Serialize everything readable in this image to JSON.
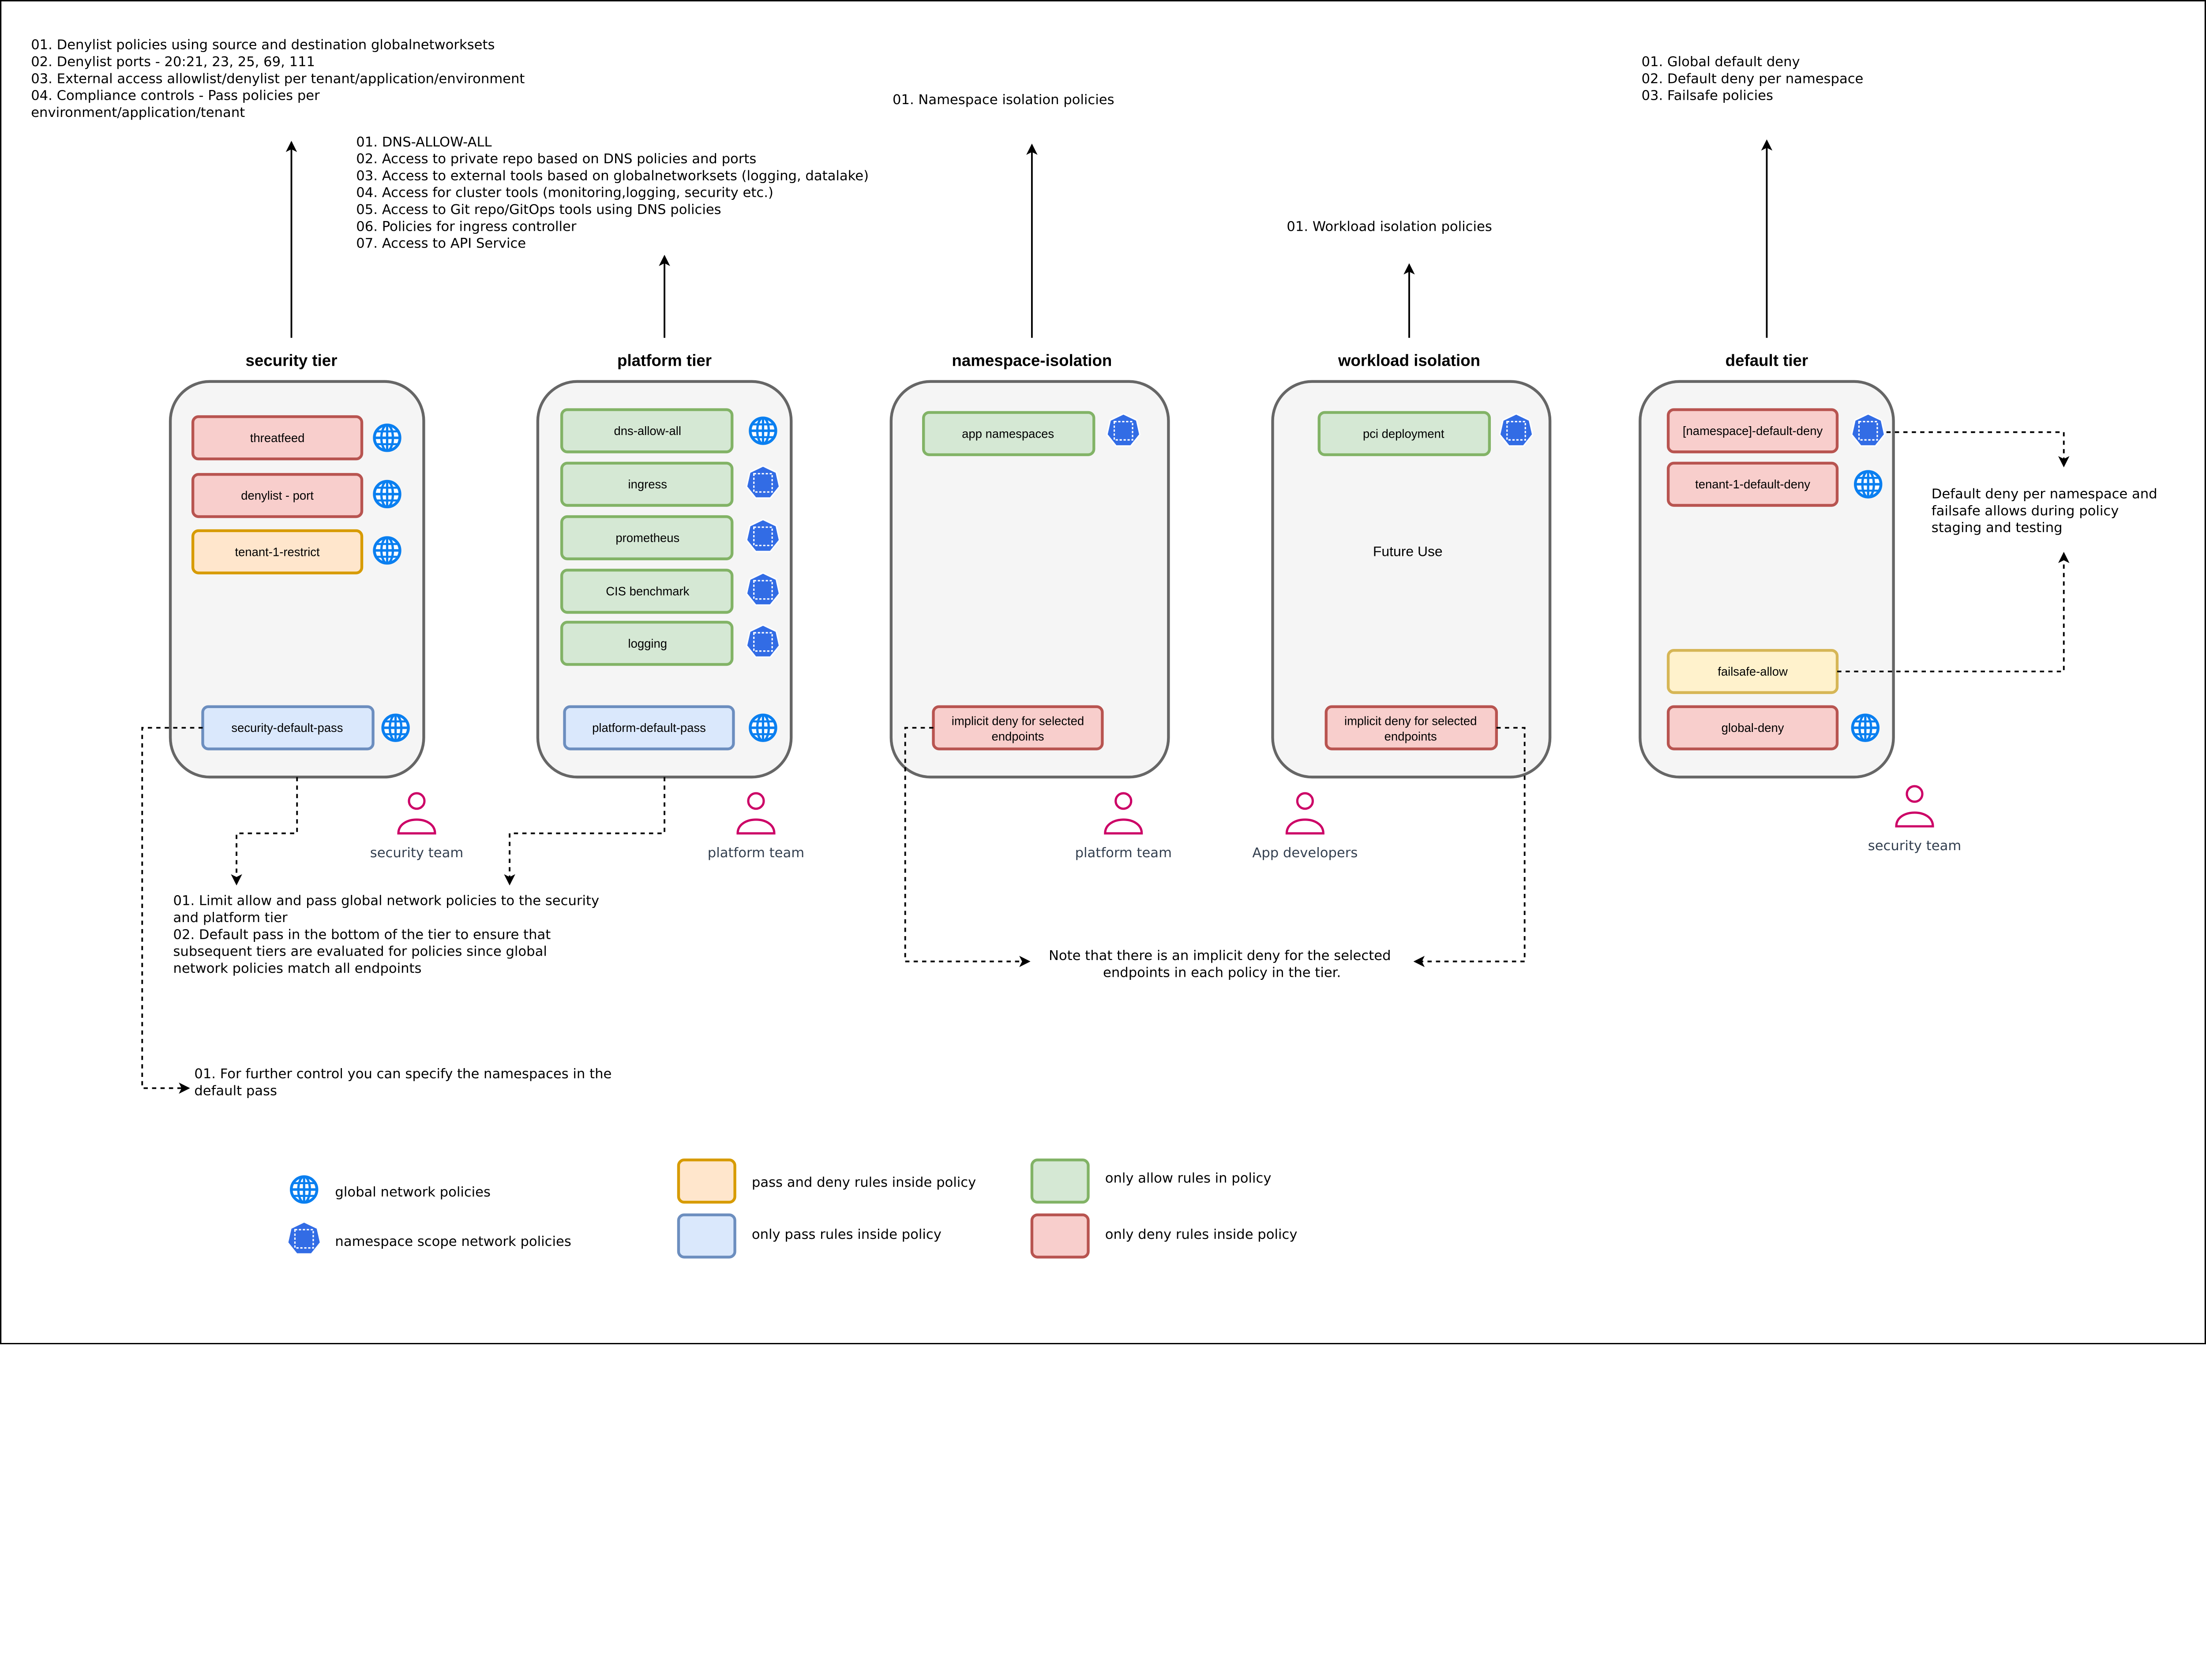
{
  "colors": {
    "global_icon": "#0a7ff0",
    "namespace_icon": "#326ce5",
    "deny_fill": "#f8cecc",
    "deny_stroke": "#b85450",
    "pass_deny_fill": "#ffe6cc",
    "pass_deny_stroke": "#d79b00",
    "allow_fill": "#d5e8d4",
    "allow_stroke": "#82b366",
    "pass_fill": "#dae8fc",
    "pass_stroke": "#6c8ebf",
    "failsafe_fill": "#fff2cc",
    "failsafe_stroke": "#d6b656",
    "team_icon": "#cc0066"
  },
  "notes": {
    "security": [
      "01. Denylist policies using source and destination globalnetworksets",
      "02. Denylist ports - 20:21, 23, 25, 69, 111",
      "03. External access allowlist/denylist per tenant/application/environment",
      "04. Compliance controls - Pass policies per",
      "environment/application/tenant"
    ],
    "platform": [
      "01. DNS-ALLOW-ALL",
      "02. Access to private repo based on DNS policies and ports",
      "03. Access to external tools based on globalnetworksets (logging, datalake)",
      "04. Access for cluster tools (monitoring,logging, security etc.)",
      "05. Access to Git repo/GitOps tools using DNS policies",
      "06. Policies for ingress controller",
      "07. Access to API Service"
    ],
    "namespace": [
      "01. Namespace isolation policies"
    ],
    "workload": [
      "01. Workload isolation policies"
    ],
    "default": [
      "01. Global default deny",
      "02. Default deny per namespace",
      "03. Failsafe policies"
    ],
    "default_pass": [
      "01. Limit allow and pass global network policies to the security",
      "and platform tier",
      "02. Default pass in the bottom of the tier to ensure that",
      "subsequent tiers are evaluated for policies since global",
      "network policies match all endpoints"
    ],
    "further_control": [
      "01. For further control you can specify the namespaces in the",
      "default pass"
    ],
    "implicit_deny": [
      "Note that there is an implicit deny for the selected",
      "endpoints in each policy in the tier."
    ],
    "failsafe": [
      "Default deny per namespace and",
      "failsafe allows during policy",
      "staging and testing"
    ]
  },
  "tiers": {
    "security": {
      "title": "security tier",
      "policies": [
        "threatfeed",
        "denylist - port",
        "tenant-1-restrict",
        "security-default-pass"
      ],
      "team": "security team"
    },
    "platform": {
      "title": "platform tier",
      "policies": [
        "dns-allow-all",
        "ingress",
        "prometheus",
        "CIS benchmark",
        "logging",
        "platform-default-pass"
      ],
      "team": "platform team"
    },
    "namespace": {
      "title": "namespace-isolation",
      "policies": [
        "app namespaces",
        "implicit deny for selected",
        "endpoints"
      ],
      "team": "platform team"
    },
    "workload": {
      "title": "workload isolation",
      "policies": [
        "pci deployment",
        "implicit deny for selected",
        "endpoints"
      ],
      "future": "Future Use",
      "team": "App developers"
    },
    "default": {
      "title": "default tier",
      "policies": [
        "[namespace]-default-deny",
        "tenant-1-default-deny",
        "failsafe-allow",
        "global-deny"
      ],
      "team": "security team"
    }
  },
  "legend": {
    "global": "global network policies",
    "namespace": "namespace scope network policies",
    "pass_deny": "pass and deny rules inside policy",
    "pass_only": "only pass rules inside policy",
    "allow_only": "only allow rules in policy",
    "deny_only": "only deny rules inside policy"
  }
}
